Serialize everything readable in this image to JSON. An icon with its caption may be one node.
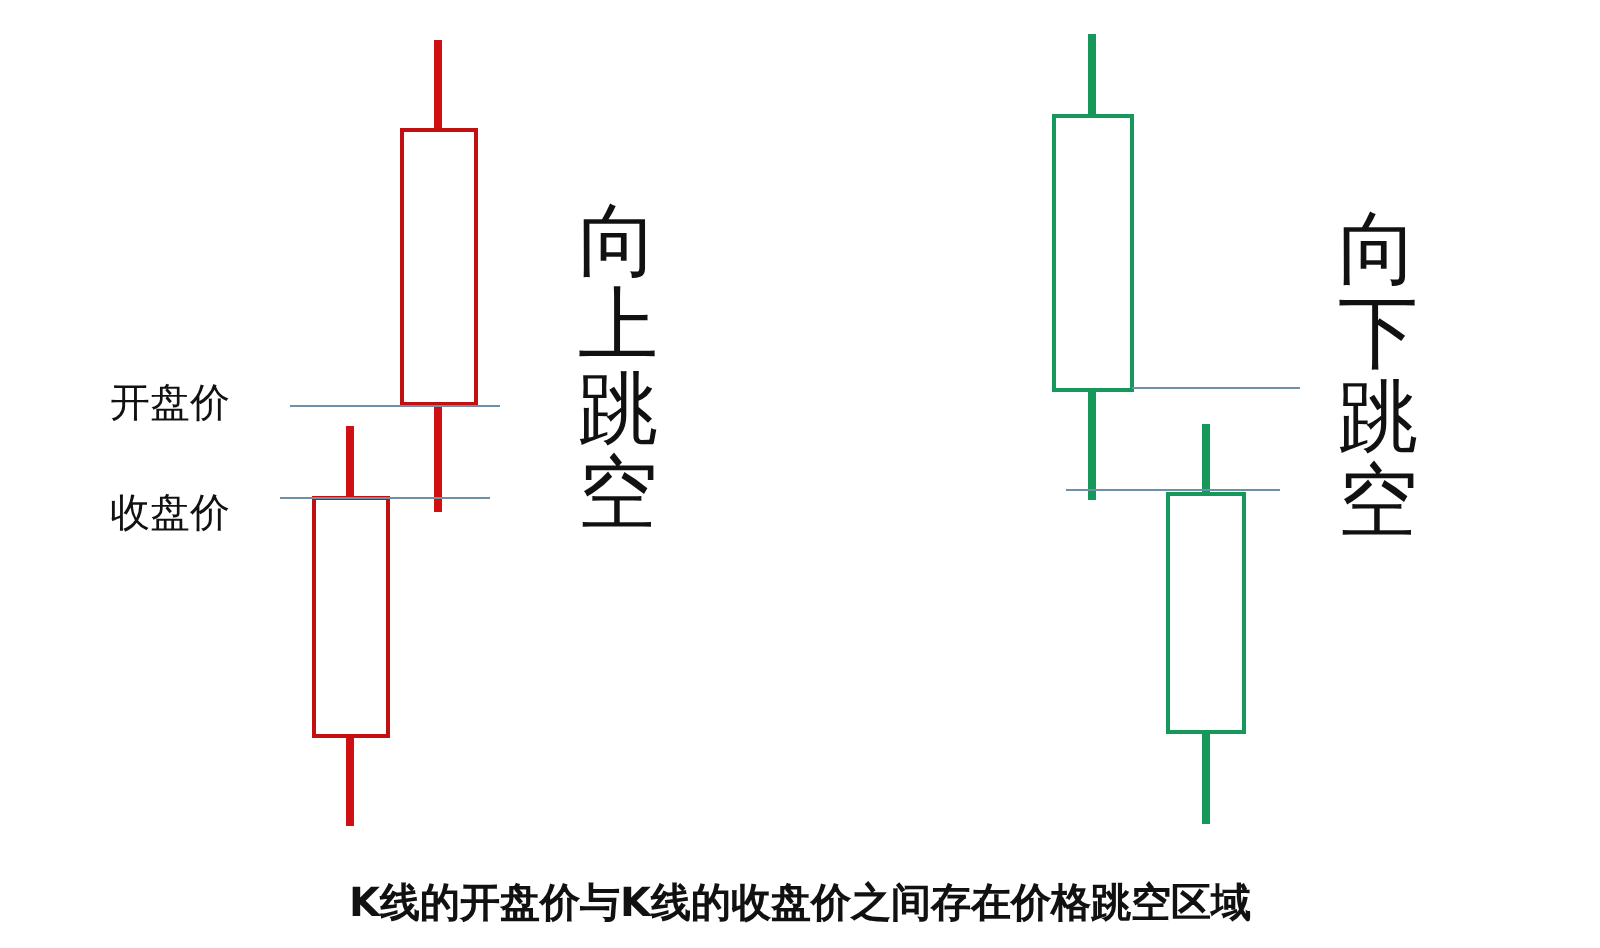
{
  "diagram": {
    "caption": "K线的开盘价与K线的收盘价之间存在价格跳空区域",
    "labels": [
      "开盘价",
      "收盘价",
      "向上跳空",
      "向下跳空"
    ]
  }
}
